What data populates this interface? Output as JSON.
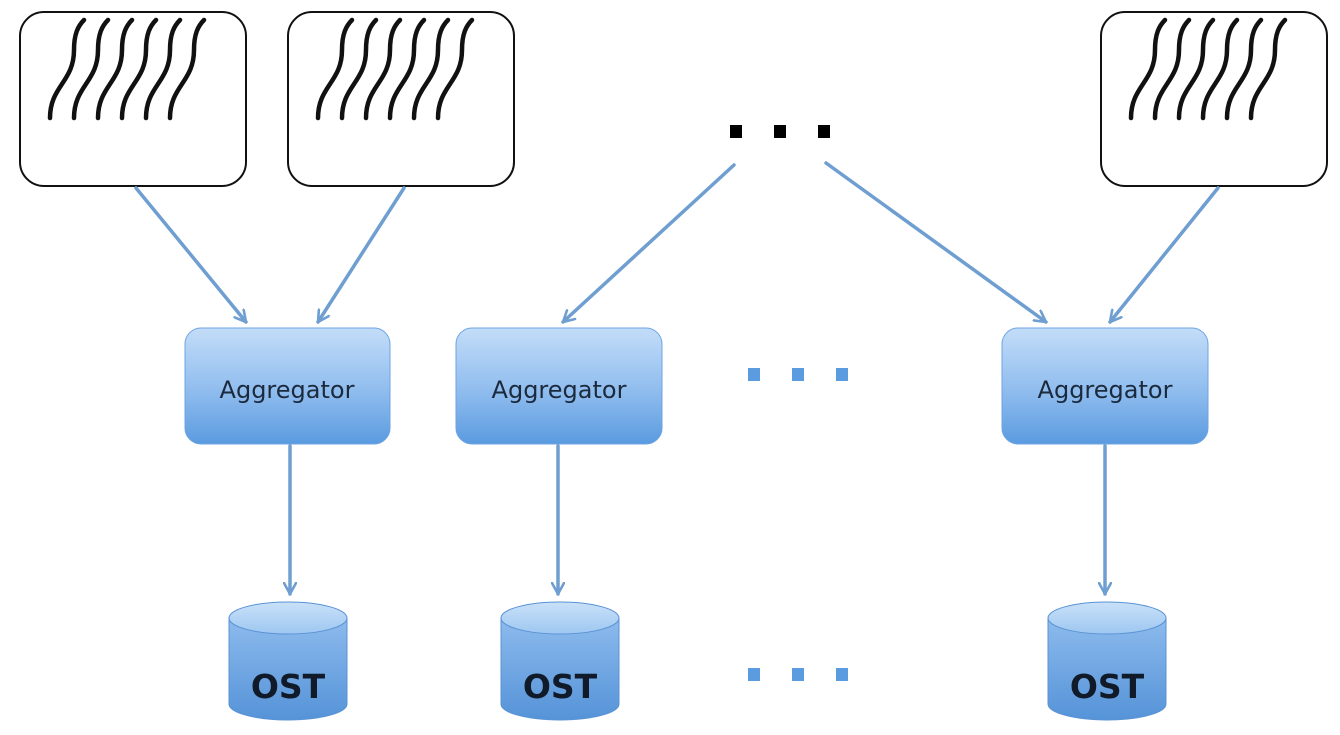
{
  "diagram": {
    "colors": {
      "node_fill_top": "#b8d6f6",
      "node_fill_bottom": "#5d9ee2",
      "arrow": "#6f9ed1",
      "source_border": "#111111",
      "ellipsis_top": "#000000",
      "ellipsis_mid": "#5b9be0"
    },
    "sources": [
      {
        "id": "source-1",
        "icon": "threads-icon"
      },
      {
        "id": "source-2",
        "icon": "threads-icon"
      },
      {
        "id": "source-3",
        "icon": "threads-icon"
      }
    ],
    "aggregators": [
      {
        "id": "aggregator-1",
        "label": "Aggregator"
      },
      {
        "id": "aggregator-2",
        "label": "Aggregator"
      },
      {
        "id": "aggregator-3",
        "label": "Aggregator"
      }
    ],
    "osts": [
      {
        "id": "ost-1",
        "label": "OST"
      },
      {
        "id": "ost-2",
        "label": "OST"
      },
      {
        "id": "ost-3",
        "label": "OST"
      }
    ],
    "edges": [
      {
        "from": "source-1",
        "to": "aggregator-1"
      },
      {
        "from": "source-2",
        "to": "aggregator-1"
      },
      {
        "from": "ellipsis-top",
        "to": "aggregator-2"
      },
      {
        "from": "ellipsis-top",
        "to": "aggregator-3"
      },
      {
        "from": "source-3",
        "to": "aggregator-3"
      },
      {
        "from": "aggregator-1",
        "to": "ost-1"
      },
      {
        "from": "aggregator-2",
        "to": "ost-2"
      },
      {
        "from": "aggregator-3",
        "to": "ost-3"
      }
    ]
  }
}
